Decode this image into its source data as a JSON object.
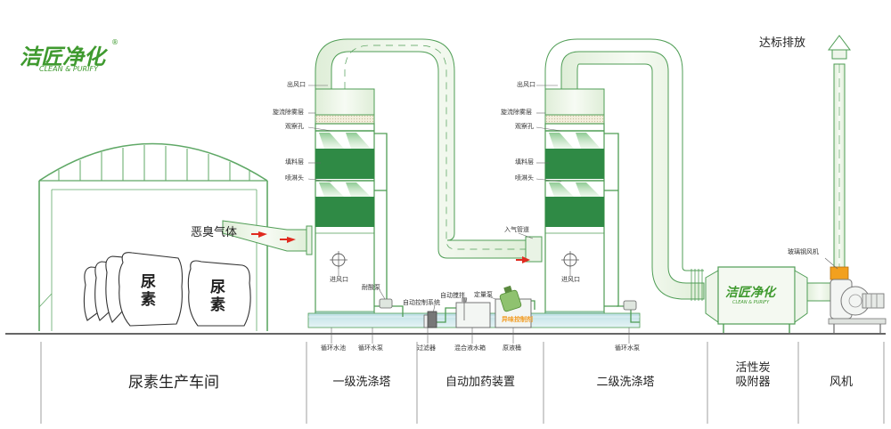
{
  "logo": {
    "name": "洁匠净化",
    "tagline": "CLEAN & PURIFY",
    "reg_mark": "®",
    "fan_box_name": "洁匠净化",
    "fan_box_tagline": "CLEAN & PURIFY"
  },
  "labels": {
    "odor_gas": "恶臭气体",
    "urea_1": "尿\n素",
    "urea_2": "尿\n素",
    "emission": "达标排放",
    "fan_glass": "玻璃钢风机",
    "t1_outlet": "出风口",
    "t1_demister": "旋流除雾层",
    "t1_window": "观察孔",
    "t1_packing": "填料层",
    "t1_nozzle": "喷淋头",
    "t1_inlet": "进风口",
    "t1_acid_pump": "耐酸泵",
    "auto_control": "自动控制系统",
    "auto_mixer": "自动搅拌",
    "dosing_pump": "定量泵",
    "dosing_tank": "异味控制剂",
    "air_pipe": "入气管道",
    "t2_outlet": "出风口",
    "t2_demister": "旋流除雾层",
    "t2_window": "观察孔",
    "t2_packing": "填料层",
    "t2_nozzle": "喷淋头",
    "t2_inlet": "进风口",
    "pool": "循环水池",
    "pump1": "循环水泵",
    "filter": "过滤器",
    "mix_tank": "混合液水箱",
    "stock_tank": "原液桶",
    "pump2": "循环水泵"
  },
  "sections": [
    {
      "id": "workshop",
      "label": "尿素生产车间"
    },
    {
      "id": "tower1",
      "label": "一级洗涤塔"
    },
    {
      "id": "dosing",
      "label": "自动加药装置"
    },
    {
      "id": "tower2",
      "label": "二级洗涤塔"
    },
    {
      "id": "carbon",
      "label": "活性炭\n吸附器"
    },
    {
      "id": "fan",
      "label": "风机"
    }
  ],
  "colors": {
    "brand_green": "#3f9a2f",
    "outline_green": "#4f9d55",
    "packing_green": "#2f8a45",
    "pipe_fill": "#eef5ea",
    "water_fill": "#cfe8ec",
    "dosing_orange": "#f29a1f",
    "arrow_red": "#e02a1f"
  }
}
